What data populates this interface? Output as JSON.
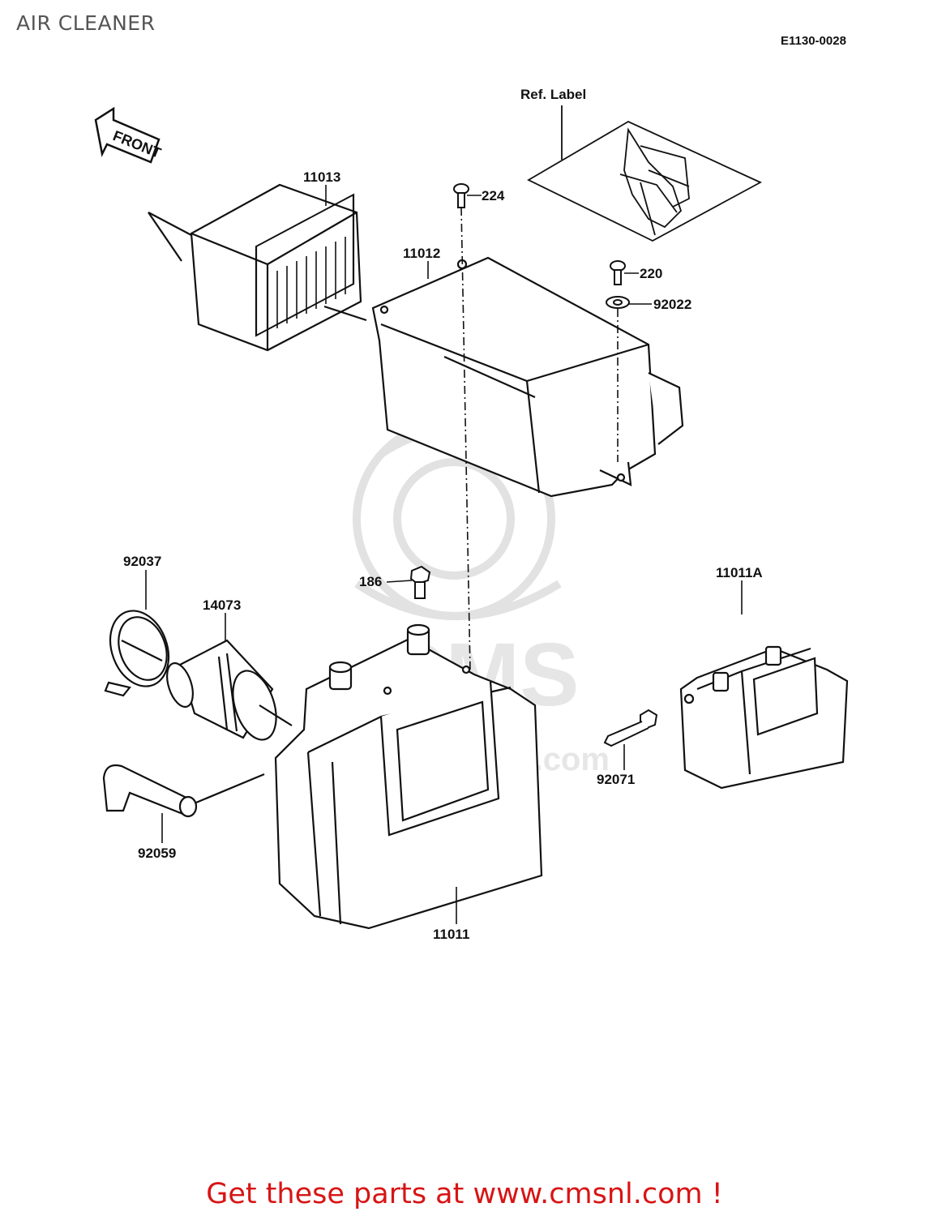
{
  "header": {
    "title": "AIR CLEANER",
    "diagram_code": "E1130-0028"
  },
  "direction_arrow": {
    "label": "FRONT"
  },
  "ref_label": {
    "text": "Ref. Label"
  },
  "parts": {
    "p11013": "11013",
    "p224": "224",
    "p11012": "11012",
    "p220": "220",
    "p92022": "92022",
    "p92037": "92037",
    "p14073": "14073",
    "p186": "186",
    "p11011A": "11011A",
    "p92071": "92071",
    "p92059": "92059",
    "p11011": "11011"
  },
  "watermark": {
    "text": "www.cmsnl.com",
    "logo": "CMS"
  },
  "footer": {
    "text": "Get these parts at www.cmsnl.com !"
  },
  "colors": {
    "footer": "#d81414",
    "title": "#555555",
    "line": "#111111",
    "watermark": "#e4e4e4"
  }
}
